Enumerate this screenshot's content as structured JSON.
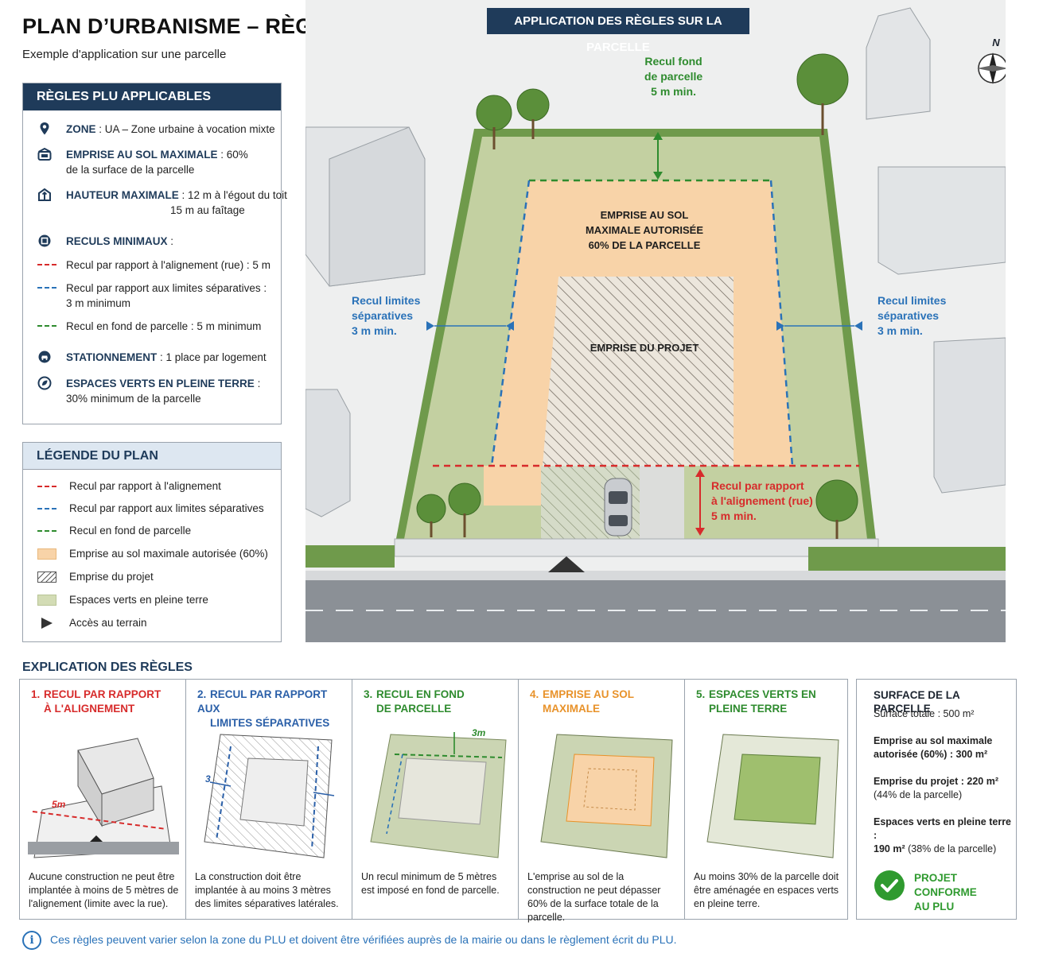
{
  "header": {
    "title": "PLAN D’URBANISME – RÈGLES DU PLU",
    "subtitle": "Exemple d'application sur une parcelle"
  },
  "rules_panel": {
    "title": "RÈGLES PLU APPLICABLES",
    "zone": {
      "key": "ZONE",
      "value": " : UA – Zone urbaine à vocation mixte",
      "icon": "map-pin-icon"
    },
    "emprise": {
      "key": "EMPRISE AU SOL MAXIMALE",
      "value": " : 60%",
      "line2": "de la surface de la parcelle",
      "icon": "footprint-icon"
    },
    "hauteur": {
      "key": "HAUTEUR MAXIMALE",
      "value": " : 12 m à l'égout du toit",
      "line2": "15 m au faîtage",
      "icon": "building-height-icon"
    },
    "reculs": {
      "key": "RECULS MINIMAUX",
      "value": " :",
      "icon": "setback-icon"
    },
    "recul_rue": "Recul par rapport à l'alignement (rue) : 5 m",
    "recul_limites": "Recul par rapport aux limites séparatives :",
    "recul_limites_2": "3 m minimum",
    "recul_fond": "Recul en fond de parcelle : 5 m minimum",
    "stationnement": {
      "key": "STATIONNEMENT",
      "value": " : 1 place par logement",
      "icon": "car-icon"
    },
    "espaces_verts": {
      "key": "ESPACES VERTS EN PLEINE TERRE",
      "value": " :",
      "line2": "30% minimum de la parcelle",
      "icon": "leaf-icon"
    }
  },
  "legend_panel": {
    "title": "LÉGENDE DU PLAN",
    "items": [
      "Recul par rapport à l'alignement",
      "Recul par rapport aux limites séparatives",
      "Recul en fond de parcelle",
      "Emprise au sol maximale autorisée (60%)",
      "Emprise du projet",
      "Espaces verts en pleine terre",
      "Accès au terrain"
    ]
  },
  "illustration": {
    "title": "APPLICATION DES RÈGLES SUR LA PARCELLE",
    "compass_label": "N",
    "recul_fond": [
      "Recul fond",
      "de parcelle",
      "5 m min."
    ],
    "recul_gauche": [
      "Recul limites",
      "séparatives",
      "3 m min."
    ],
    "recul_droite": [
      "Recul limites",
      "séparatives",
      "3 m min."
    ],
    "recul_rue": [
      "Recul par rapport",
      "à l'alignement (rue)",
      "5 m min."
    ],
    "emprise_label": [
      "EMPRISE AU SOL",
      "MAXIMALE AUTORISÉE",
      "60% DE LA PARCELLE"
    ],
    "projet_label": "EMPRISE DU PROJET"
  },
  "explanation": {
    "title": "EXPLICATION DES RÈGLES",
    "columns": [
      {
        "num": "1.",
        "title1": "RECUL PAR RAPPORT",
        "title2": "À L'ALIGNEMENT",
        "color": "#d72b2b",
        "sketch_label": "5m",
        "desc": "Aucune construction ne peut être implantée à moins de 5 mètres de l'alignement (limite avec la rue)."
      },
      {
        "num": "2.",
        "title1": "RECUL PAR RAPPORT AUX",
        "title2": "LIMITES SÉPARATIVES",
        "color": "#2a5fa8",
        "sketch_label": "3",
        "desc": "La construction doit être implantée à au moins 3 mètres des limites séparatives latérales."
      },
      {
        "num": "3.",
        "title1": "RECUL EN FOND",
        "title2": "DE PARCELLE",
        "color": "#2e8b2e",
        "sketch_label": "3m",
        "desc": "Un recul minimum de 5 mètres est imposé en fond de parcelle."
      },
      {
        "num": "4.",
        "title1": "EMPRISE AU SOL",
        "title2": "MAXIMALE",
        "color": "#e8922a",
        "desc": "L'emprise au sol de la construction ne peut dépasser 60% de la surface totale de la parcelle."
      },
      {
        "num": "5.",
        "title1": "ESPACES VERTS EN",
        "title2": "PLEINE TERRE",
        "color": "#2e8b2e",
        "desc": "Au moins 30% de la parcelle doit être aménagée en espaces verts en pleine terre."
      }
    ]
  },
  "surface": {
    "title": "SURFACE DE LA PARCELLE",
    "total": "Surface totale : 500 m²",
    "emprise_max_1": "Emprise au sol maximale",
    "emprise_max_2": "autorisée (60%) : 300 m²",
    "projet_1": "Emprise du projet : 220 m²",
    "projet_2": "(44% de la parcelle)",
    "verts_1": "Espaces verts en pleine terre :",
    "verts_2a": "190 m²",
    "verts_2b": " (38% de la parcelle)",
    "conform_1": "PROJET CONFORME",
    "conform_2": "AU PLU"
  },
  "footer": {
    "info_icon": "i",
    "note": "Ces règles peuvent varier selon la zone du PLU et doivent être vérifiées auprès de la mairie ou dans le règlement écrit du PLU."
  },
  "colors": {
    "navy": "#1f3b5a",
    "red": "#d72b2b",
    "blue": "#2a72b8",
    "green": "#2e8b2e",
    "orange_fill": "#f8d3a8",
    "green_fill": "#c7d5a8"
  }
}
